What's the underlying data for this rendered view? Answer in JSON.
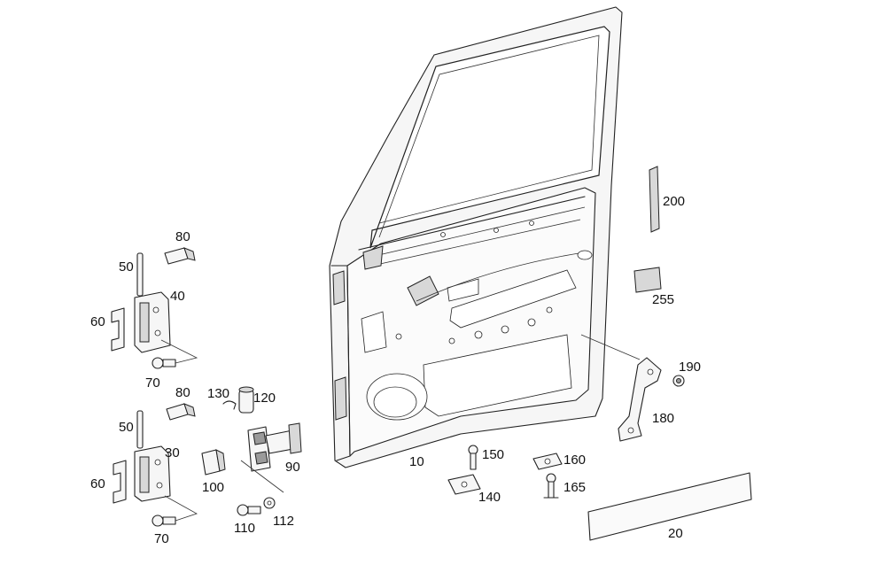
{
  "labels": {
    "p10": "10",
    "p20": "20",
    "p30": "30",
    "p40": "40",
    "p50a": "50",
    "p50b": "50",
    "p60a": "60",
    "p60b": "60",
    "p70a": "70",
    "p70b": "70",
    "p80a": "80",
    "p80b": "80",
    "p90": "90",
    "p100": "100",
    "p110": "110",
    "p112": "112",
    "p120": "120",
    "p130": "130",
    "p140": "140",
    "p150": "150",
    "p160": "160",
    "p165": "165",
    "p180": "180",
    "p190": "190",
    "p200": "200",
    "p255": "255"
  }
}
